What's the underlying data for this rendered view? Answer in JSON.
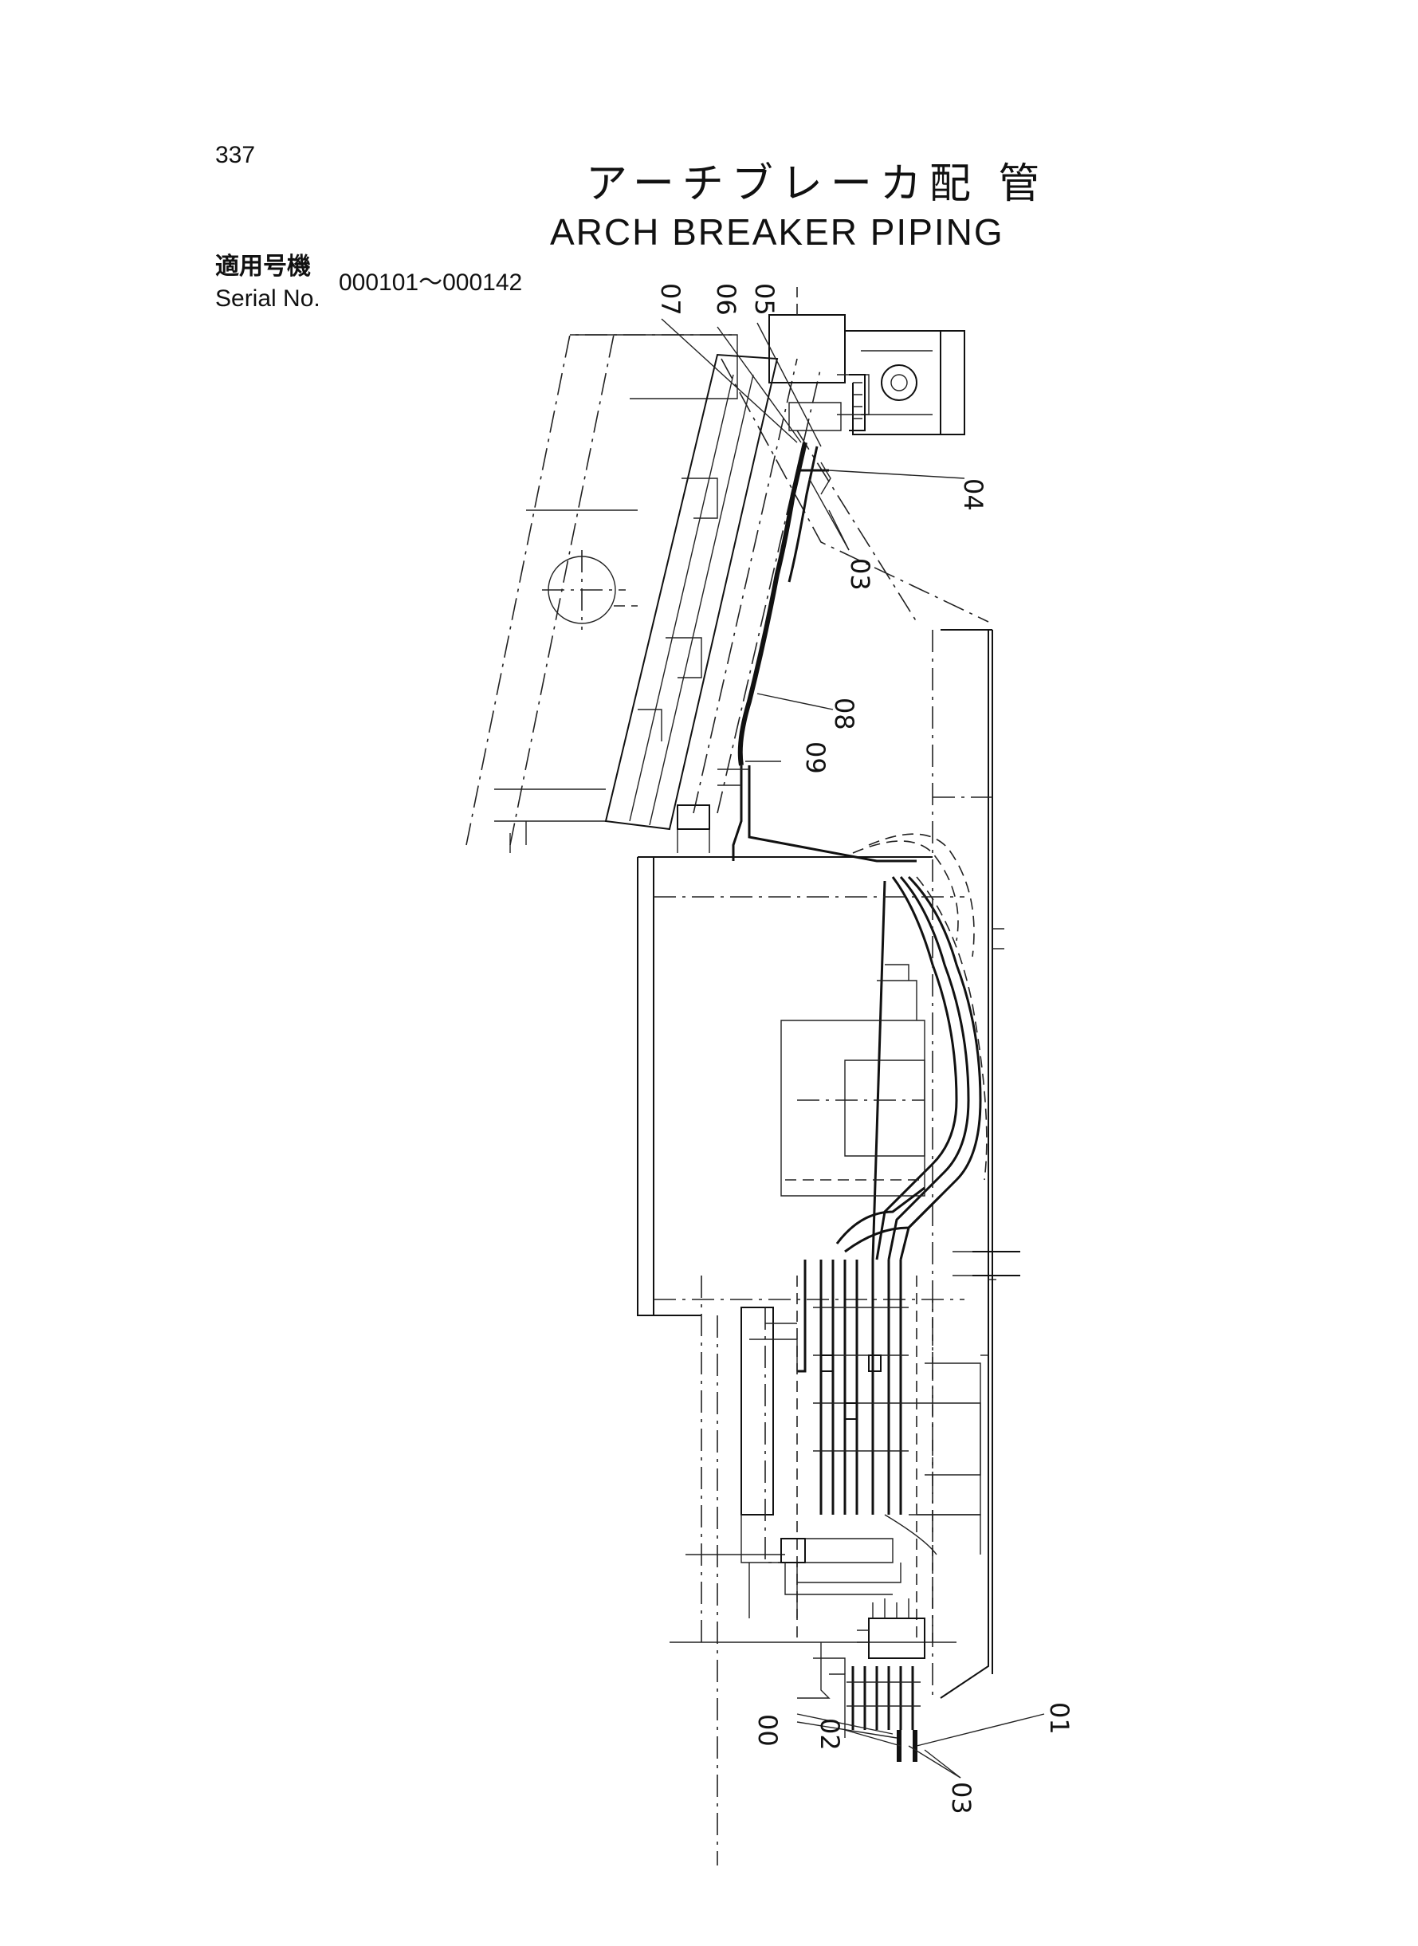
{
  "page": {
    "number": "337",
    "title_ja": "アーチブレーカ配 管",
    "title_en": "ARCH  BREAKER  PIPING",
    "serial_label_ja": "適用号機",
    "serial_label_en": "Serial No.",
    "serial_range": "000101～000142"
  },
  "callouts": [
    {
      "id": "c07",
      "label": "07"
    },
    {
      "id": "c06",
      "label": "06"
    },
    {
      "id": "c05",
      "label": "05"
    },
    {
      "id": "c04",
      "label": "04"
    },
    {
      "id": "c03a",
      "label": "03"
    },
    {
      "id": "c08",
      "label": "08"
    },
    {
      "id": "c09",
      "label": "09"
    },
    {
      "id": "c01",
      "label": "01"
    },
    {
      "id": "c00",
      "label": "00"
    },
    {
      "id": "c02",
      "label": "02"
    },
    {
      "id": "c03b",
      "label": "03"
    }
  ]
}
